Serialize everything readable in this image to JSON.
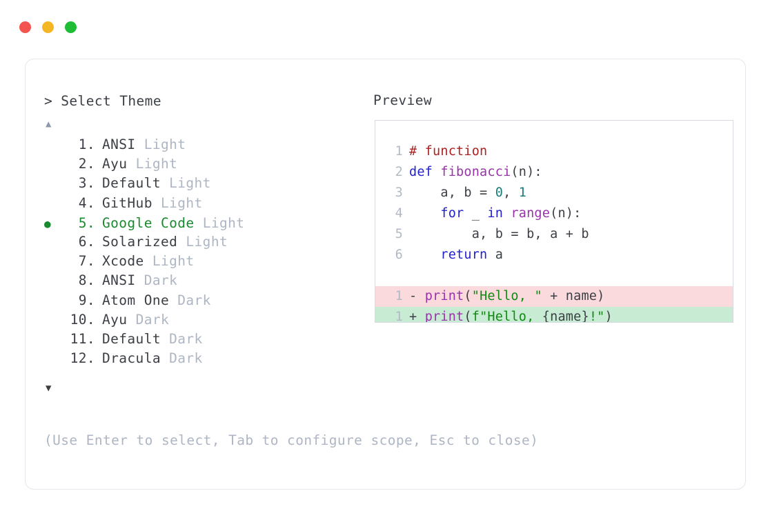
{
  "window": {
    "controls": [
      {
        "name": "close",
        "color": "#f4544e"
      },
      {
        "name": "minimize",
        "color": "#f5b626"
      },
      {
        "name": "maximize",
        "color": "#1dbe36"
      }
    ]
  },
  "picker": {
    "caret": ">",
    "title": "Select Theme",
    "scroll_up": "▲",
    "scroll_down": "▼",
    "selected_index": 5,
    "selected_bullet": "●",
    "items": [
      {
        "number": "1.",
        "name": "ANSI",
        "variant": "Light",
        "selected": false
      },
      {
        "number": "2.",
        "name": "Ayu",
        "variant": "Light",
        "selected": false
      },
      {
        "number": "3.",
        "name": "Default",
        "variant": "Light",
        "selected": false
      },
      {
        "number": "4.",
        "name": "GitHub",
        "variant": "Light",
        "selected": false
      },
      {
        "number": "5.",
        "name": "Google Code",
        "variant": "Light",
        "selected": true
      },
      {
        "number": "6.",
        "name": "Solarized",
        "variant": "Light",
        "selected": false
      },
      {
        "number": "7.",
        "name": "Xcode",
        "variant": "Light",
        "selected": false
      },
      {
        "number": "8.",
        "name": "ANSI",
        "variant": "Dark",
        "selected": false
      },
      {
        "number": "9.",
        "name": "Atom One",
        "variant": "Dark",
        "selected": false
      },
      {
        "number": "10.",
        "name": "Ayu",
        "variant": "Dark",
        "selected": false
      },
      {
        "number": "11.",
        "name": "Default",
        "variant": "Dark",
        "selected": false
      },
      {
        "number": "12.",
        "name": "Dracula",
        "variant": "Dark",
        "selected": false
      }
    ]
  },
  "hint": "(Use Enter to select, Tab to configure scope, Esc to close)",
  "preview": {
    "label": "Preview",
    "code_lines": [
      {
        "num": "1",
        "tokens": [
          {
            "t": "# function",
            "c": "comment"
          }
        ]
      },
      {
        "num": "2",
        "tokens": [
          {
            "t": "def ",
            "c": "keyword"
          },
          {
            "t": "fibonacci",
            "c": "func"
          },
          {
            "t": "(n):",
            "c": "plain"
          }
        ]
      },
      {
        "num": "3",
        "tokens": [
          {
            "t": "    a, b = ",
            "c": "plain"
          },
          {
            "t": "0",
            "c": "number"
          },
          {
            "t": ", ",
            "c": "plain"
          },
          {
            "t": "1",
            "c": "number"
          }
        ]
      },
      {
        "num": "4",
        "tokens": [
          {
            "t": "    ",
            "c": "plain"
          },
          {
            "t": "for",
            "c": "keyword"
          },
          {
            "t": " _ ",
            "c": "plain"
          },
          {
            "t": "in",
            "c": "keyword"
          },
          {
            "t": " ",
            "c": "plain"
          },
          {
            "t": "range",
            "c": "func"
          },
          {
            "t": "(n):",
            "c": "plain"
          }
        ]
      },
      {
        "num": "5",
        "tokens": [
          {
            "t": "        a, b = b, a + b",
            "c": "plain"
          }
        ]
      },
      {
        "num": "6",
        "tokens": [
          {
            "t": "    ",
            "c": "plain"
          },
          {
            "t": "return",
            "c": "keyword"
          },
          {
            "t": " a",
            "c": "plain"
          }
        ]
      }
    ],
    "diff_lines": [
      {
        "num": "1",
        "kind": "del",
        "bg": "#fadadd",
        "tokens": [
          {
            "t": "- ",
            "c": "sign"
          },
          {
            "t": "print",
            "c": "func"
          },
          {
            "t": "(",
            "c": "plain"
          },
          {
            "t": "\"Hello, \"",
            "c": "string"
          },
          {
            "t": " + name)",
            "c": "plain"
          }
        ]
      },
      {
        "num": "1",
        "kind": "add",
        "bg": "#c8ebd4",
        "tokens": [
          {
            "t": "+ ",
            "c": "sign"
          },
          {
            "t": "print",
            "c": "func"
          },
          {
            "t": "(",
            "c": "plain"
          },
          {
            "t": "f\"Hello, ",
            "c": "string"
          },
          {
            "t": "{name}",
            "c": "plain"
          },
          {
            "t": "!\"",
            "c": "string"
          },
          {
            "t": ")",
            "c": "plain"
          }
        ]
      }
    ]
  },
  "colors": {
    "comment": "#aa2222",
    "keyword": "#2222cc",
    "func": "#9933aa",
    "number": "#1a7d7d",
    "string": "#118811",
    "plain": "#3b3f45",
    "gutter": "#b2b9c6",
    "muted": "#aeb6c4",
    "accent_green": "#1a8a30",
    "border": "#e3e6ec",
    "panel_border": "#d6dae2"
  }
}
